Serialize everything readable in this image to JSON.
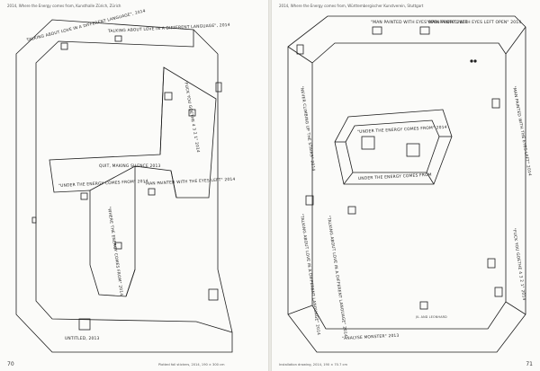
{
  "left_page": {
    "header": "2014, Where the Energy comes from, Kunsthalle Zürich, Zürich",
    "page_number": "70",
    "caption": "Plotted foil stickers, 2014, 190 × 300 cm",
    "drawing_labels": {
      "talking_left_1": "TALKING ABOUT LOVE IN A DIFFERENT LANGUAGE\", 2014",
      "talking_left_2": "TALKING ABOUT LOVE IN A DIFFERENT LANGUAGE\", 2014",
      "fuck_you": "\"FUCK YOU GOETHE 4 3 2 1\" 2014",
      "quit": "QUIT, MAKING SILENCE 2013",
      "under_energy": "\"UNDER THE ENERGY COMES FROM\" 2014",
      "man_painted": "\"MAN PAINTED WITH THE EYES LEFT\" 2014",
      "where_energy": "\"WHERE THE ENERGY COMES FROM\" 2014",
      "untitled": "UNTITLED, 2013"
    }
  },
  "right_page": {
    "header": "2014, Where the Energy comes from, Württembergischer Kunstverein, Stuttgart",
    "page_number": "71",
    "caption": "Installation drawing, 2014, 190 × 70.7 cm",
    "drawing_labels": {
      "man_painted_top": "\"MAN PAINTED WITH EYES OPEN FROM\" 2014",
      "man_painted_top2": "\"MAN PAINTED WITH EYES LEFT OPEN\" 2014",
      "never_climbing": "\"NEVER CLIMBING UP THE STAIRS\" 2014",
      "man_painted_right": "\"MAN PAINTED WITH THE EYES LEFT\" 2014",
      "under_energy": "\"UNDER THE ENERGY COMES FROM\" 2014",
      "under_energy_2": "UNDER THE ENERGY COMES FROM",
      "talking": "\"TALKING ABOUT LOVE IN A DIFFERENT LANGUAGE\" 2014",
      "talking_bottom": "\"TALKING ABOUT LOVE IN A DIFFERENT LANGUAGE\" 2014",
      "fuck_you": "\"FUCK YOU GOETHE 4 3 2 1\" 2014",
      "analyse": "\"ANALYSE MONSTER\" 2013",
      "jil": "JIL AND LEONHARD"
    }
  }
}
